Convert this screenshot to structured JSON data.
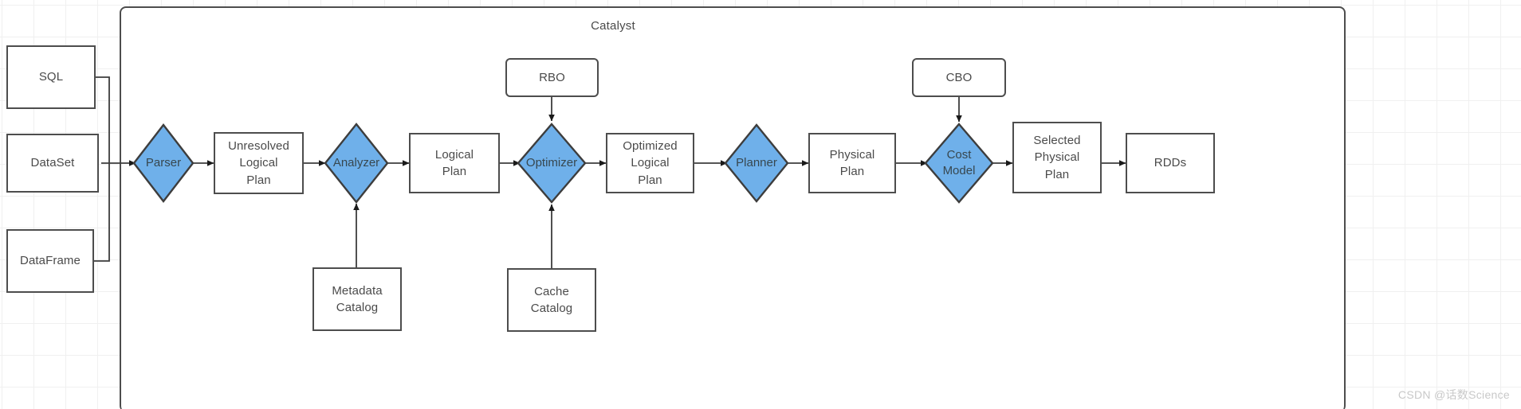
{
  "diagram": {
    "title": "Catalyst",
    "watermark": "CSDN @话数Science",
    "accent_color": "#6fb0ea",
    "border_color": "#4d4d4d",
    "text_color": "#4a4a4a",
    "grid_color": "#f0f0f0",
    "background": "#ffffff"
  },
  "inputs": [
    {
      "id": "sql",
      "label": "SQL"
    },
    {
      "id": "dataset",
      "label": "DataSet"
    },
    {
      "id": "dataframe",
      "label": "DataFrame"
    }
  ],
  "stages": [
    {
      "id": "parser",
      "label": "Parser",
      "shape": "diamond"
    },
    {
      "id": "unresolved-logical-plan",
      "label": "Unresolved\nLogical\nPlan",
      "shape": "box"
    },
    {
      "id": "analyzer",
      "label": "Analyzer",
      "shape": "diamond"
    },
    {
      "id": "logical-plan",
      "label": "Logical\nPlan",
      "shape": "box"
    },
    {
      "id": "optimizer",
      "label": "Optimizer",
      "shape": "diamond"
    },
    {
      "id": "optimized-logical-plan",
      "label": "Optimized\nLogical\nPlan",
      "shape": "box"
    },
    {
      "id": "planner",
      "label": "Planner",
      "shape": "diamond"
    },
    {
      "id": "physical-plan",
      "label": "Physical\nPlan",
      "shape": "box"
    },
    {
      "id": "cost-model",
      "label": "Cost\nModel",
      "shape": "diamond"
    },
    {
      "id": "selected-physical-plan",
      "label": "Selected\nPhysical\nPlan",
      "shape": "box"
    }
  ],
  "helpers": {
    "rbo": "RBO",
    "cbo": "CBO",
    "metadata_catalog": "Metadata\nCatalog",
    "cache_catalog": "Cache\nCatalog"
  },
  "output": {
    "id": "rdds",
    "label": "RDDs"
  }
}
